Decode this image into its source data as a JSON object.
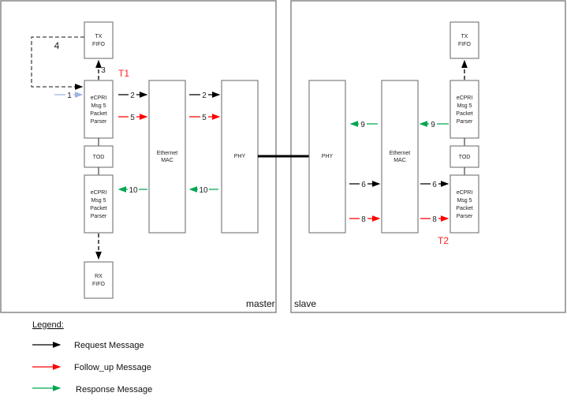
{
  "colors": {
    "request": "#000000",
    "followup": "#ff0000",
    "response": "#00a651",
    "input": "#9db3e0"
  },
  "master": {
    "label": "master",
    "tx_fifo": [
      "TX",
      "FIFO"
    ],
    "parser_top": [
      "eCPRI",
      "Msg 5",
      "Packet",
      "Parser"
    ],
    "tod": "TOD",
    "parser_bottom": [
      "eCPRI",
      "Msg 5",
      "Packet",
      "Parser"
    ],
    "rx_fifo": [
      "RX",
      "FIFO"
    ],
    "mac": [
      "Ethernet",
      "MAC"
    ],
    "phy": "PHY",
    "timestamp": "T1"
  },
  "slave": {
    "label": "slave",
    "tx_fifo": [
      "TX",
      "FIFO"
    ],
    "parser_top": [
      "eCPRI",
      "Msg 5",
      "Packet",
      "Parser"
    ],
    "tod": "TOD",
    "parser_bottom": [
      "eCPRI",
      "Msg 5",
      "Packet",
      "Parser"
    ],
    "mac": [
      "Ethernet",
      "MAC"
    ],
    "phy": "PHY",
    "timestamp": "T2"
  },
  "arrows": {
    "a1": "1",
    "a2": "2",
    "a3": "3",
    "a4": "4",
    "a5": "5",
    "a6": "6",
    "a8": "8",
    "a9": "9",
    "a10": "10"
  },
  "legend": {
    "title": "Legend:",
    "items": [
      {
        "label": "Request Message",
        "type": "request"
      },
      {
        "label": "Follow_up Message",
        "type": "followup"
      },
      {
        "label": "Response Message",
        "type": "response"
      }
    ]
  }
}
